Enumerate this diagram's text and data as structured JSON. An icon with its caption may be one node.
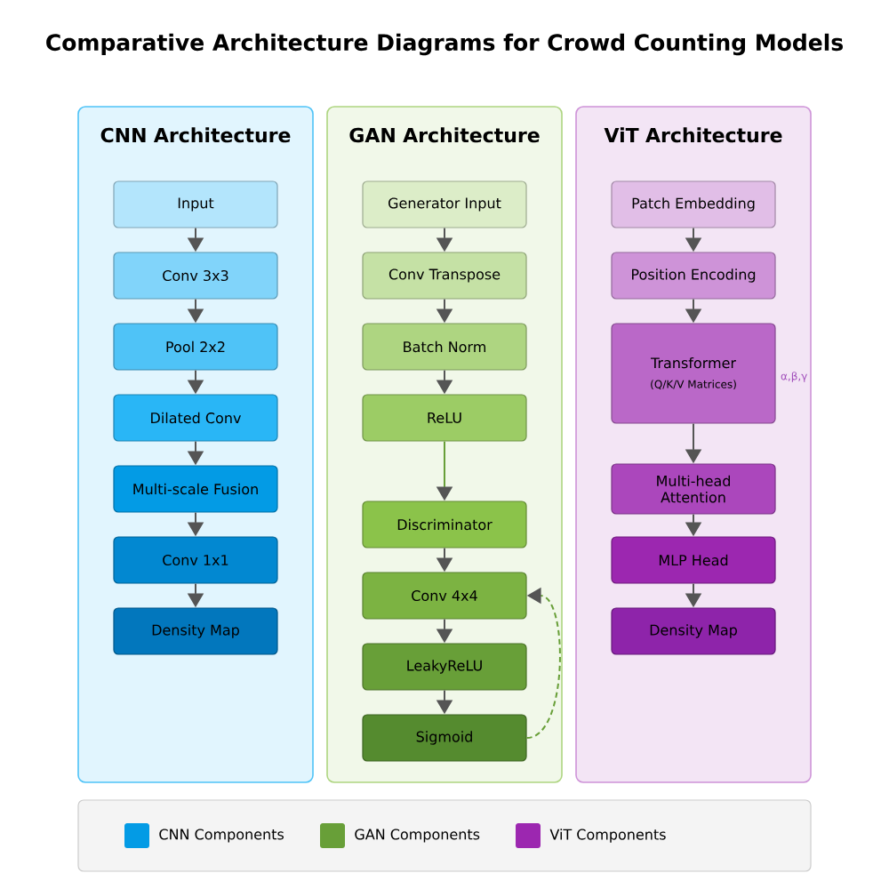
{
  "diagram": {
    "title": "Comparative Architecture Diagrams for Crowd Counting Models",
    "nodes": [
      {
        "text": [
          "CNN Architecture"
        ]
      },
      {
        "text": [
          "Input"
        ],
        "in": 0
      },
      {
        "text": [
          "Conv 3x3"
        ],
        "in": 0
      },
      {
        "text": [
          "Pool 2x2"
        ],
        "in": 0
      },
      {
        "text": [
          "Dilated Conv"
        ],
        "in": 0
      },
      {
        "text": [
          "Multi-scale Fusion"
        ],
        "in": 0
      },
      {
        "text": [
          "Conv 1x1"
        ],
        "in": 0
      },
      {
        "text": [
          "Density Map"
        ],
        "in": 0
      },
      {
        "text": [
          "GAN Architecture"
        ]
      },
      {
        "text": [
          "Generator Input"
        ],
        "in": 8
      },
      {
        "text": [
          "Conv Transpose"
        ],
        "in": 8
      },
      {
        "text": [
          "Batch Norm"
        ],
        "in": 8
      },
      {
        "text": [
          "ReLU"
        ],
        "in": 8
      },
      {
        "text": [
          "Discriminator"
        ],
        "in": 8
      },
      {
        "text": [
          "Conv 4x4"
        ],
        "in": 8
      },
      {
        "text": [
          "LeakyReLU"
        ],
        "in": 8
      },
      {
        "text": [
          "Sigmoid"
        ],
        "in": 8
      },
      {
        "text": [
          "ViT Architecture"
        ]
      },
      {
        "text": [
          "Patch Embedding"
        ],
        "in": 17
      },
      {
        "text": [
          "Position Encoding"
        ],
        "in": 17
      },
      {
        "text": [
          "Transformer",
          "(Q/K/V Matrices)"
        ],
        "beside": [
          "α,β,γ"
        ],
        "in": 17
      },
      {
        "text": [
          "Multi-head Attention"
        ],
        "in": 17
      },
      {
        "text": [
          "MLP Head"
        ],
        "in": 17
      },
      {
        "text": [
          "Density Map"
        ],
        "in": 17
      }
    ],
    "edges": [
      {
        "from": 1,
        "to": 2,
        "arrow": "to"
      },
      {
        "from": 2,
        "to": 3,
        "arrow": "to"
      },
      {
        "from": 3,
        "to": 4,
        "arrow": "to"
      },
      {
        "from": 4,
        "to": 5,
        "arrow": "to"
      },
      {
        "from": 5,
        "to": 6,
        "arrow": "to"
      },
      {
        "from": 6,
        "to": 7,
        "arrow": "to"
      },
      {
        "from": 9,
        "to": 10,
        "arrow": "to"
      },
      {
        "from": 10,
        "to": 11,
        "arrow": "to"
      },
      {
        "from": 11,
        "to": 12,
        "arrow": "to"
      },
      {
        "from": 12,
        "to": 13,
        "arrow": "to",
        "color": "#689f38"
      },
      {
        "from": 13,
        "to": 14,
        "arrow": "to"
      },
      {
        "from": 14,
        "to": 15,
        "arrow": "to"
      },
      {
        "from": 15,
        "to": 16,
        "arrow": "to"
      },
      {
        "from": 16,
        "to": 14,
        "arrow": "to",
        "style": "dashed",
        "color": "#689f38"
      },
      {
        "from": 18,
        "to": 19,
        "arrow": "to"
      },
      {
        "from": 19,
        "to": 20,
        "arrow": "to"
      },
      {
        "from": 20,
        "to": 21,
        "arrow": "to"
      },
      {
        "from": 21,
        "to": 22,
        "arrow": "to"
      },
      {
        "from": 22,
        "to": 23,
        "arrow": "to"
      }
    ],
    "legend": [
      {
        "text": "CNN Components",
        "color": "#039be5"
      },
      {
        "text": "GAN Components",
        "color": "#689f38"
      },
      {
        "text": "ViT Components",
        "color": "#9c27b0"
      }
    ]
  }
}
